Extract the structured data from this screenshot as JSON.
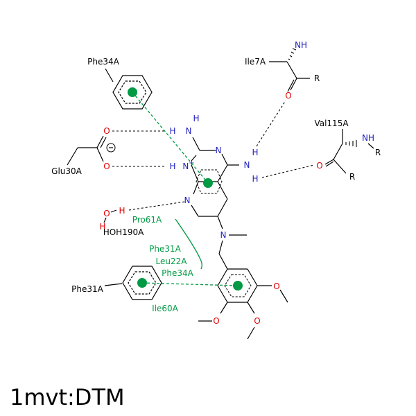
{
  "title": "1mvt:DTM",
  "colors": {
    "carbon": "#000000",
    "nitrogen": "#2020c0",
    "oxygen": "#e00000",
    "interaction": "#009a44",
    "hbond": "#000000"
  },
  "residues": {
    "phe34a_top": "Phe34A",
    "ile7a": "Ile7A",
    "val115a": "Val115A",
    "glu30a": "Glu30A",
    "hoh190a": "HOH190A",
    "phe31a_left": "Phe31A"
  },
  "hydrophobic_contacts": {
    "pro61a": "Pro61A",
    "phe31a": "Phe31A",
    "leu22a": "Leu22A",
    "phe34a": "Phe34A",
    "ile60a": "Ile60A"
  },
  "atoms": {
    "N": "N",
    "H": "H",
    "O": "O",
    "NH": "NH",
    "R": "R",
    "N_plus": "N+",
    "charge_minus": "−"
  }
}
